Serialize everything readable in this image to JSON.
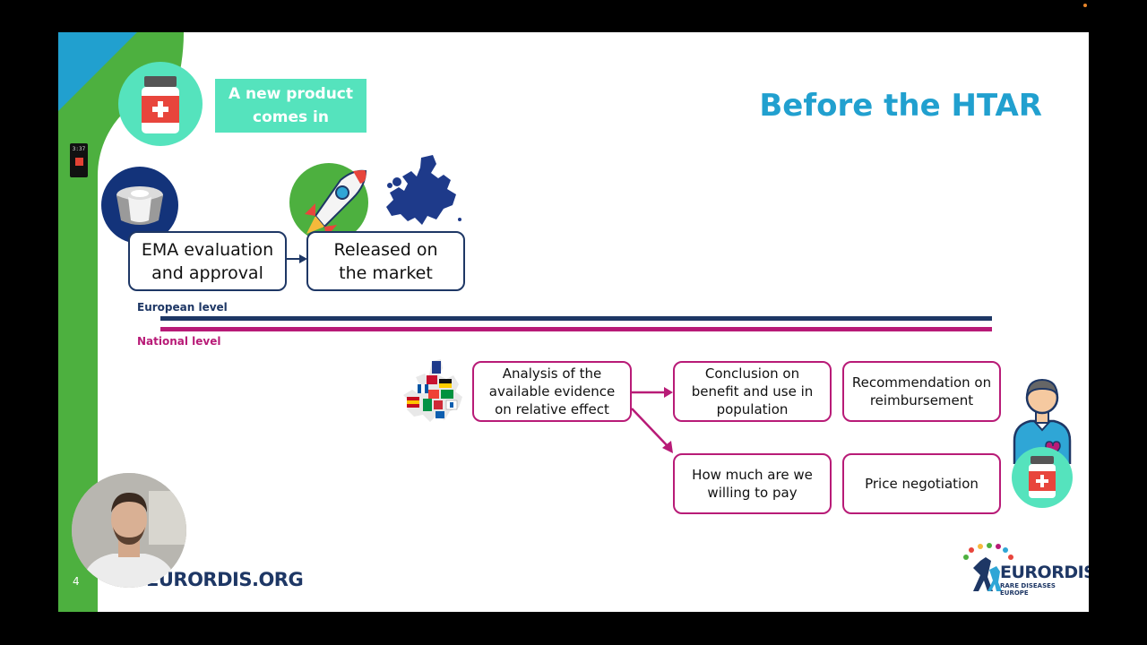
{
  "slide": {
    "title": "Before the HTAR",
    "new_product": "A new product comes in",
    "page_number": "4",
    "website": "EURORDIS.ORG",
    "recording_time": "3:37"
  },
  "european_flow": {
    "level_label": "European level",
    "steps": [
      "EMA evaluation and approval",
      "Released on the market"
    ]
  },
  "national_flow": {
    "level_label": "National level",
    "analysis": "Analysis of the available evidence on relative effect",
    "conclusion": "Conclusion on benefit and use in population",
    "recommendation": "Recommendation on reimbursement",
    "willing_to_pay": "How much are we willing to pay",
    "price_negotiation": "Price negotiation"
  },
  "logo": {
    "name": "EURORDIS",
    "tagline": "RARE DISEASES EUROPE"
  },
  "colors": {
    "brand_blue": "#21a0cf",
    "navy": "#1e3765",
    "magenta": "#b81b77",
    "mint": "#55e3bd",
    "green": "#4db03f"
  },
  "icons": [
    "medicine-bottle-icon",
    "ema-logo-icon",
    "rocket-icon",
    "europe-map-icon",
    "eu-flags-map-icon",
    "patient-icon",
    "eurordis-logo"
  ]
}
